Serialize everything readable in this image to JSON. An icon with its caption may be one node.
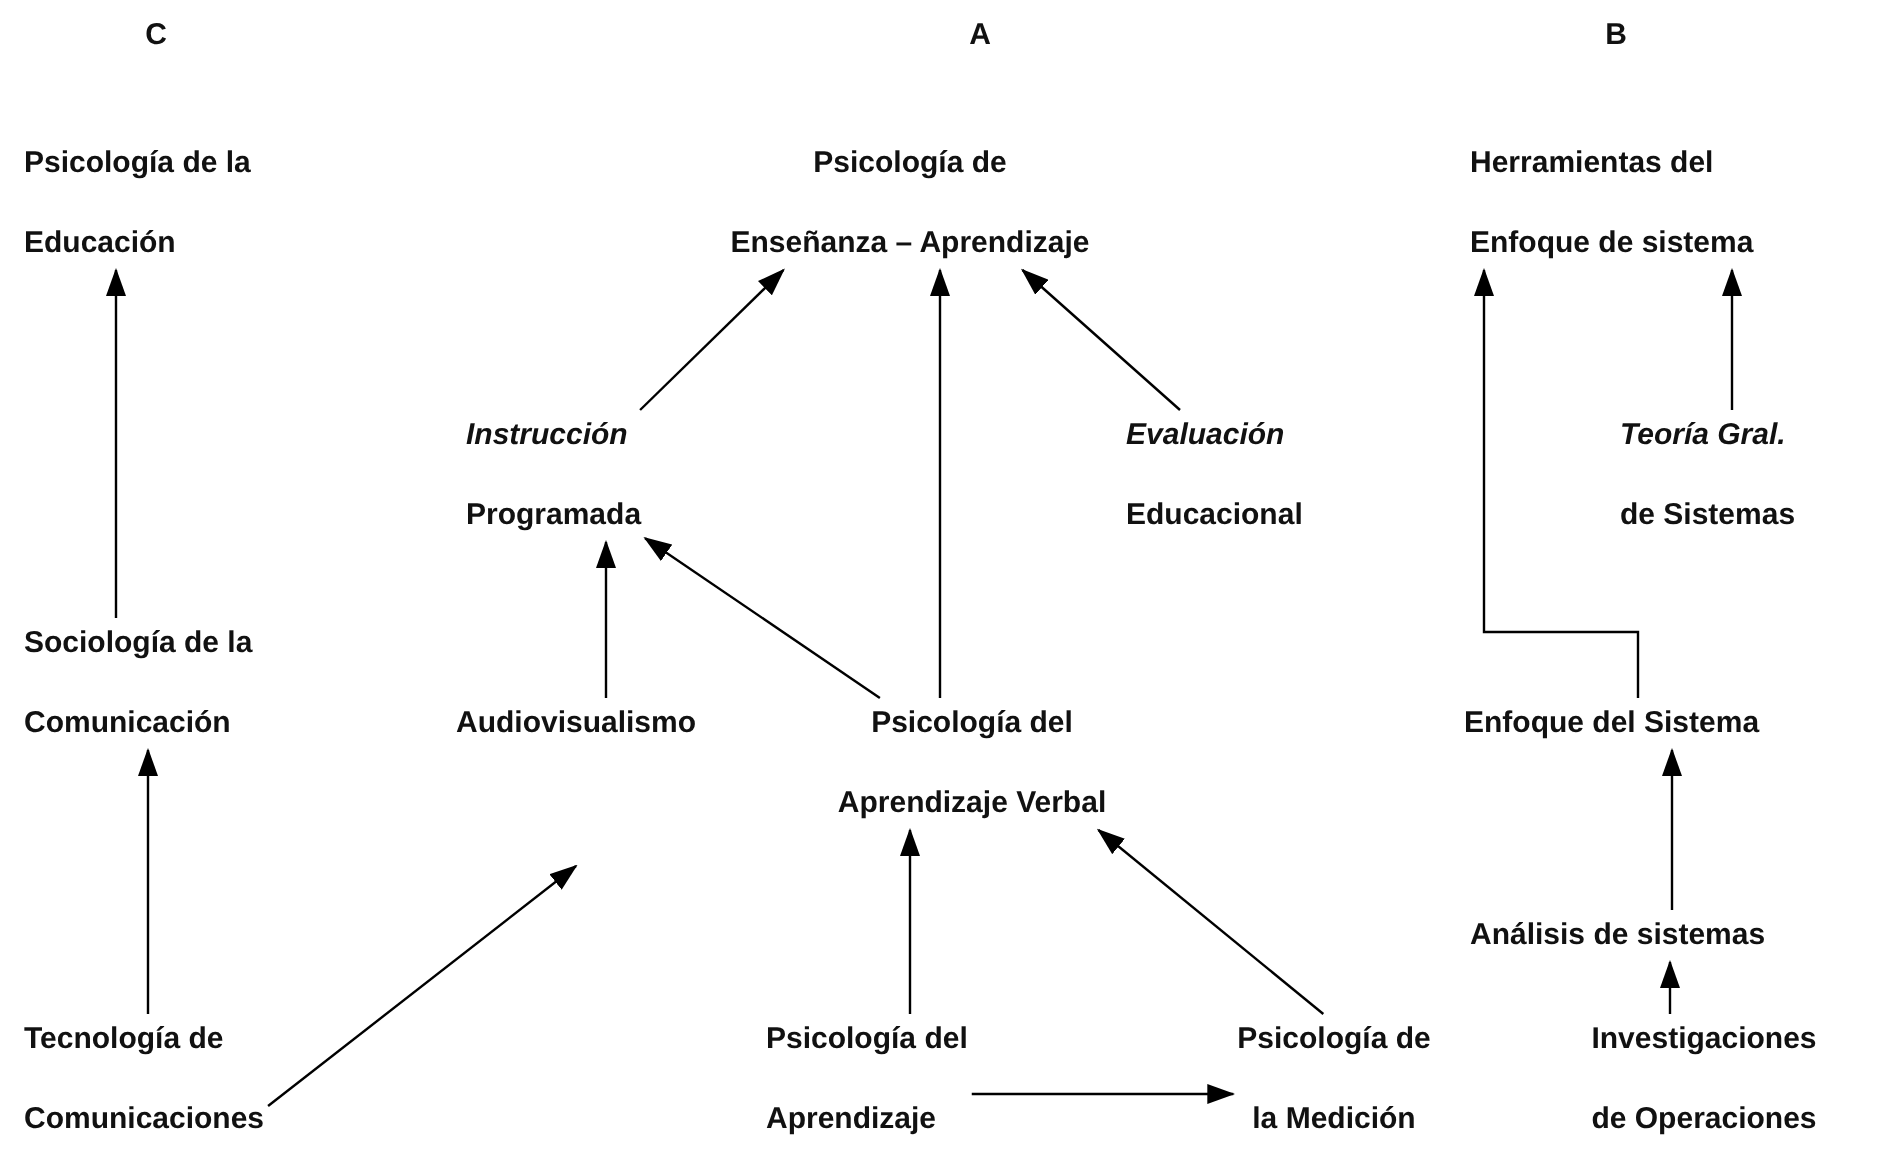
{
  "diagram": {
    "nodes": [
      {
        "text": [
          "Psicología de la Educación"
        ]
      },
      {
        "text": [
          "Psicología de Enseñanza – Aprendizaje"
        ]
      },
      {
        "text": [
          "Herramientas del Enfoque de sistema"
        ]
      },
      {
        "text": [
          "*Instrucción* Programada"
        ]
      },
      {
        "text": [
          "*Evaluación* Educacional"
        ]
      },
      {
        "text": [
          "*Teoría Gral.* de Sistemas"
        ]
      },
      {
        "text": [
          "Sociología de la Comunicación"
        ]
      },
      {
        "text": [
          "Audiovisualismo"
        ]
      },
      {
        "text": [
          "Psicología del Aprendizaje Verbal"
        ]
      },
      {
        "text": [
          "Enfoque del Sistema"
        ]
      },
      {
        "text": [
          "Análisis de sistemas"
        ]
      },
      {
        "text": [
          "Tecnología de Comunicaciones"
        ]
      },
      {
        "text": [
          "Psicología del Aprendizaje"
        ]
      },
      {
        "text": [
          "Psicología de la Medición"
        ]
      },
      {
        "text": [
          "Investigaciones de Operaciones"
        ]
      }
    ],
    "edges": [
      {
        "from": 6,
        "to": 0,
        "arrow": "to"
      },
      {
        "from": 11,
        "to": 6,
        "arrow": "to"
      },
      {
        "from": 11,
        "to": null,
        "arrow": "to"
      },
      {
        "from": 7,
        "to": 3,
        "arrow": "to"
      },
      {
        "from": 8,
        "to": 3,
        "arrow": "to"
      },
      {
        "from": 8,
        "to": 1,
        "arrow": "to"
      },
      {
        "from": 3,
        "to": 1,
        "arrow": "to"
      },
      {
        "from": 4,
        "to": 1,
        "arrow": "to"
      },
      {
        "from": 5,
        "to": 2,
        "arrow": "to"
      },
      {
        "from": 9,
        "to": 2,
        "arrow": "to"
      },
      {
        "from": 10,
        "to": 9,
        "arrow": "to"
      },
      {
        "from": 14,
        "to": 10,
        "arrow": "to"
      },
      {
        "from": 12,
        "to": 8,
        "arrow": "to"
      },
      {
        "from": 13,
        "to": 8,
        "arrow": "to"
      },
      {
        "from": 12,
        "to": 13,
        "arrow": "to"
      }
    ],
    "labels": [
      "C",
      "A",
      "B"
    ]
  }
}
